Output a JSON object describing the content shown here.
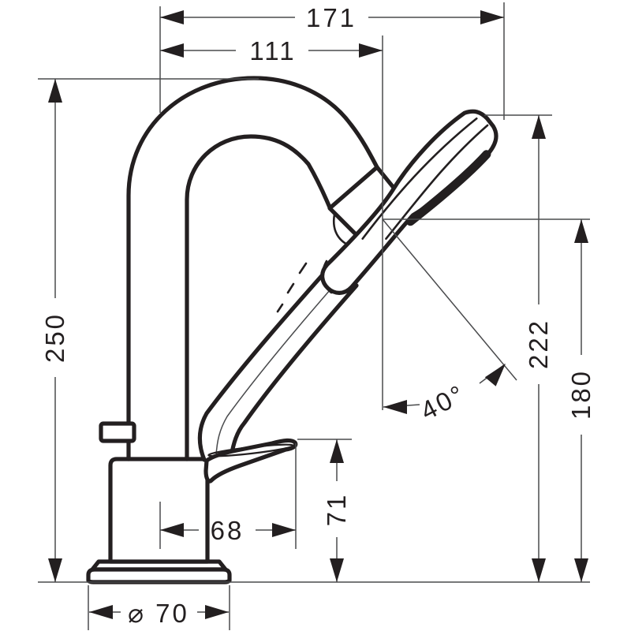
{
  "drawing": {
    "kind": "technical dimension drawing",
    "subject": "single-lever bath mixer with hand shower",
    "colors": {
      "ink": "#231f20",
      "dimension_lines": "#4a4b4d",
      "background": "#ffffff"
    },
    "dimensions": {
      "total_reach": {
        "label": "171",
        "unit": "mm",
        "orientation": "horizontal"
      },
      "spout_pivot_reach": {
        "label": "111",
        "unit": "mm",
        "orientation": "horizontal"
      },
      "total_height": {
        "label": "250",
        "unit": "mm",
        "orientation": "vertical"
      },
      "shower_tip_height": {
        "label": "222",
        "unit": "mm",
        "orientation": "vertical"
      },
      "outlet_height": {
        "label": "180",
        "unit": "mm",
        "orientation": "vertical"
      },
      "handle_height": {
        "label": "71",
        "unit": "mm",
        "orientation": "vertical"
      },
      "handle_reach": {
        "label": "68",
        "unit": "mm",
        "orientation": "horizontal"
      },
      "base_diameter": {
        "label": "⌀ 70",
        "unit": "mm",
        "orientation": "horizontal"
      },
      "shower_angle": {
        "label": "40°",
        "orientation": "angular"
      }
    }
  }
}
